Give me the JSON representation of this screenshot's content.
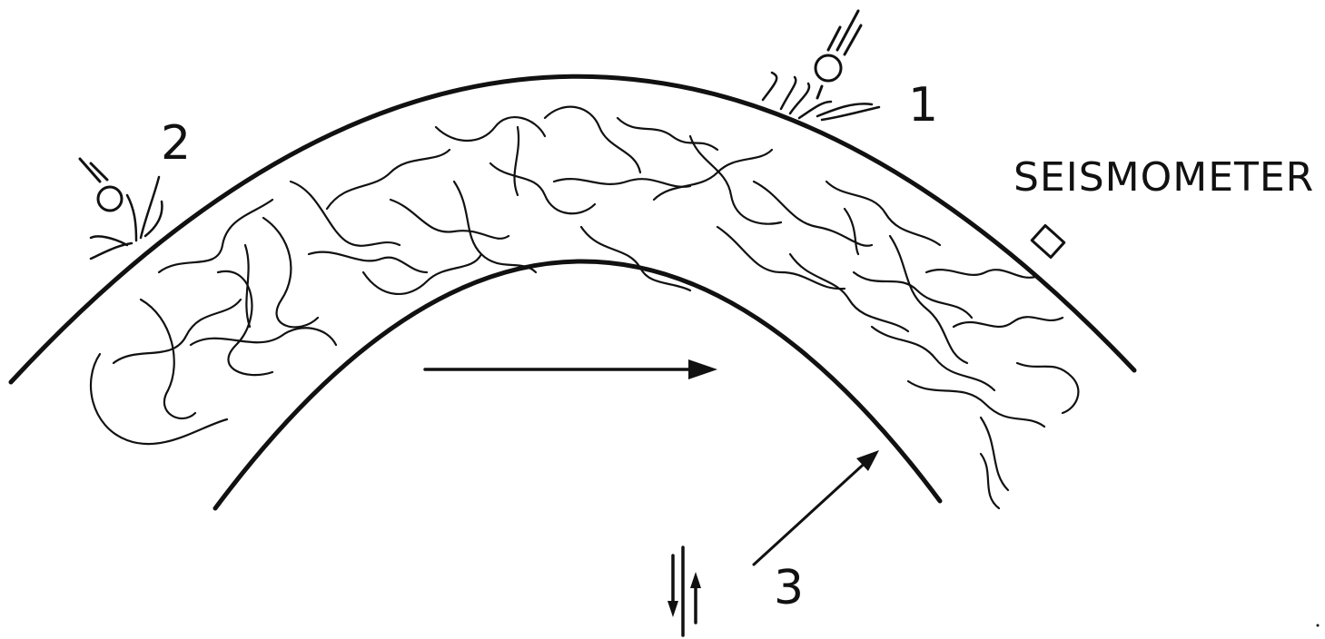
{
  "labels": {
    "impact_1": "1",
    "impact_2": "2",
    "source_3": "3",
    "seismometer": "SEISMOMETER"
  },
  "icons": [
    "meteoroid-icon",
    "meteoroid-icon",
    "seismometer-icon",
    "fault-arrows-icon"
  ],
  "colors": {
    "ink": "#111111",
    "background": "#ffffff"
  }
}
